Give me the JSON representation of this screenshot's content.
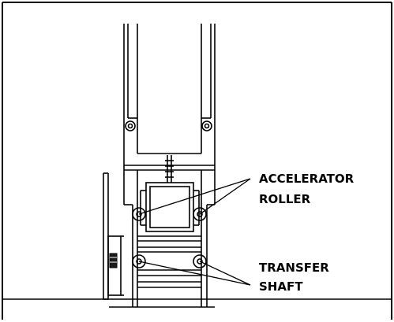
{
  "labels": {
    "accelerator_line1": "ACCELERATOR",
    "accelerator_line2": "ROLLER",
    "transfer_line1": "TRANSFER",
    "transfer_line2": "SHAFT"
  },
  "colors": {
    "stroke": "#000000",
    "background": "#ffffff",
    "dark_block": "#1a1a1a"
  }
}
